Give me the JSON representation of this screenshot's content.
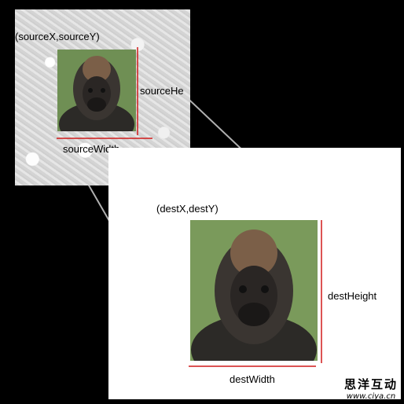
{
  "source": {
    "origin_label": "(sourceX,sourceY)",
    "width_label": "sourceWidth",
    "height_label": "sourceHe"
  },
  "dest": {
    "origin_label": "(destX,destY)",
    "width_label": "destWidth",
    "height_label": "destHeight"
  },
  "watermark": {
    "title": "思洋互动",
    "url": "www.ciya.cn"
  },
  "colors": {
    "background": "#000000",
    "panel": "#ffffff",
    "guide_line": "#d11a1a",
    "connector": "#b0b0b0"
  },
  "icons": [
    "gorilla-photo",
    "foliage-texture"
  ]
}
